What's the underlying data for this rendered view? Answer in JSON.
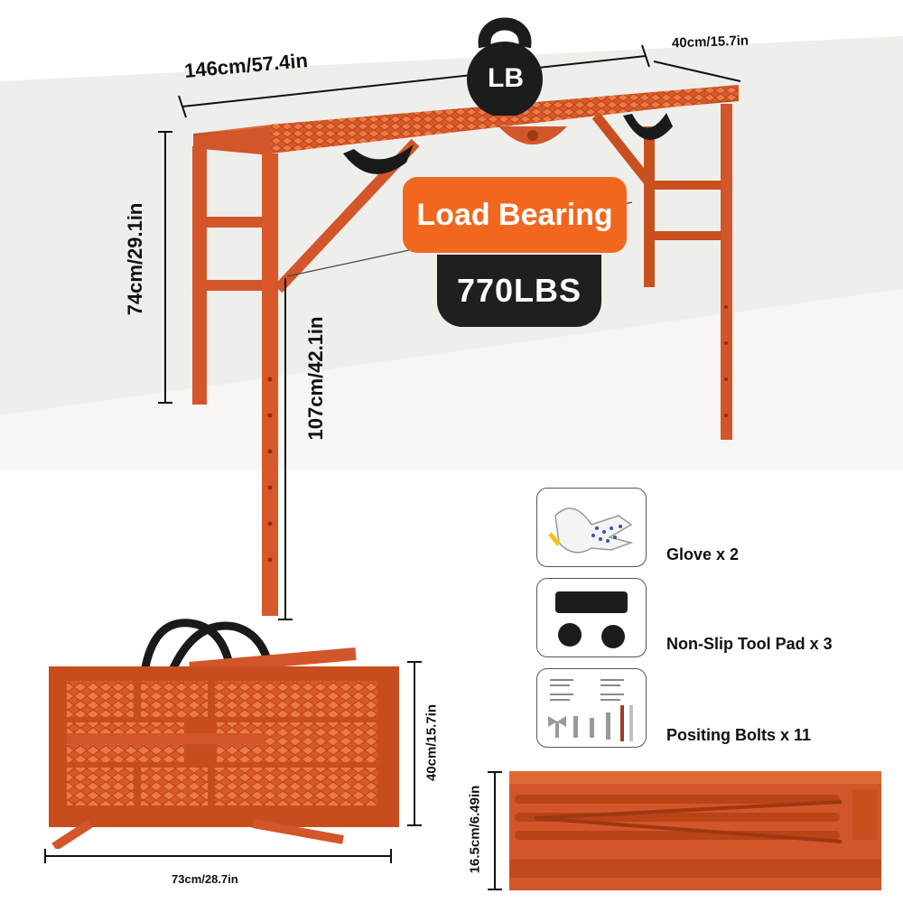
{
  "dimensions": {
    "table_length": "146cm/57.4in",
    "table_depth": "40cm/15.7in",
    "table_height_min": "74cm/29.1in",
    "table_height_max": "107cm/42.1in",
    "folded_width": "40cm/15.7in",
    "folded_length": "73cm/28.7in",
    "folded_thickness": "16.5cm/6.49in"
  },
  "weight_badge": {
    "icon": "kettlebell-icon",
    "text": "LB"
  },
  "load": {
    "title": "Load Bearing",
    "value": "770LBS"
  },
  "accessories": [
    {
      "icon": "glove-icon",
      "label": "Glove x 2"
    },
    {
      "icon": "tool-pad-icon",
      "label": "Non-Slip Tool Pad x 3"
    },
    {
      "icon": "bolt-icon",
      "label": "Positing Bolts x 11"
    }
  ],
  "colors": {
    "frame_orange": "#d9582a",
    "badge_orange": "#f2671e",
    "badge_dark": "#1f1f1f"
  }
}
